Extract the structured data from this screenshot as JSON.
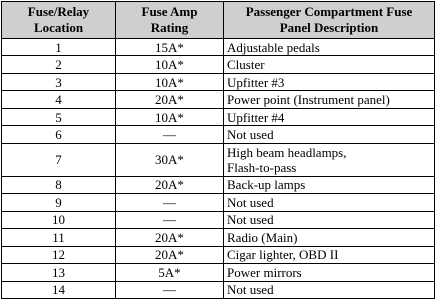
{
  "table": {
    "headers": [
      [
        "Fuse/Relay",
        "Location"
      ],
      [
        "Fuse Amp",
        "Rating"
      ],
      [
        "Passenger Compartment Fuse",
        "Panel Description"
      ]
    ],
    "rows": [
      {
        "location": "1",
        "rating": "15A*",
        "description": [
          "Adjustable pedals"
        ]
      },
      {
        "location": "2",
        "rating": "10A*",
        "description": [
          "Cluster"
        ]
      },
      {
        "location": "3",
        "rating": "10A*",
        "description": [
          "Upfitter #3"
        ]
      },
      {
        "location": "4",
        "rating": "20A*",
        "description": [
          "Power point (Instrument panel)"
        ]
      },
      {
        "location": "5",
        "rating": "10A*",
        "description": [
          "Upfitter #4"
        ]
      },
      {
        "location": "6",
        "rating": "—",
        "description": [
          "Not used"
        ]
      },
      {
        "location": "7",
        "rating": "30A*",
        "description": [
          "High beam headlamps,",
          "Flash-to-pass"
        ]
      },
      {
        "location": "8",
        "rating": "20A*",
        "description": [
          "Back-up lamps"
        ]
      },
      {
        "location": "9",
        "rating": "—",
        "description": [
          "Not used"
        ]
      },
      {
        "location": "10",
        "rating": "—",
        "description": [
          "Not used"
        ]
      },
      {
        "location": "11",
        "rating": "20A*",
        "description": [
          "Radio (Main)"
        ]
      },
      {
        "location": "12",
        "rating": "20A*",
        "description": [
          "Cigar lighter, OBD II"
        ]
      },
      {
        "location": "13",
        "rating": "5A*",
        "description": [
          "Power mirrors"
        ]
      },
      {
        "location": "14",
        "rating": "—",
        "description": [
          "Not used"
        ]
      }
    ]
  }
}
